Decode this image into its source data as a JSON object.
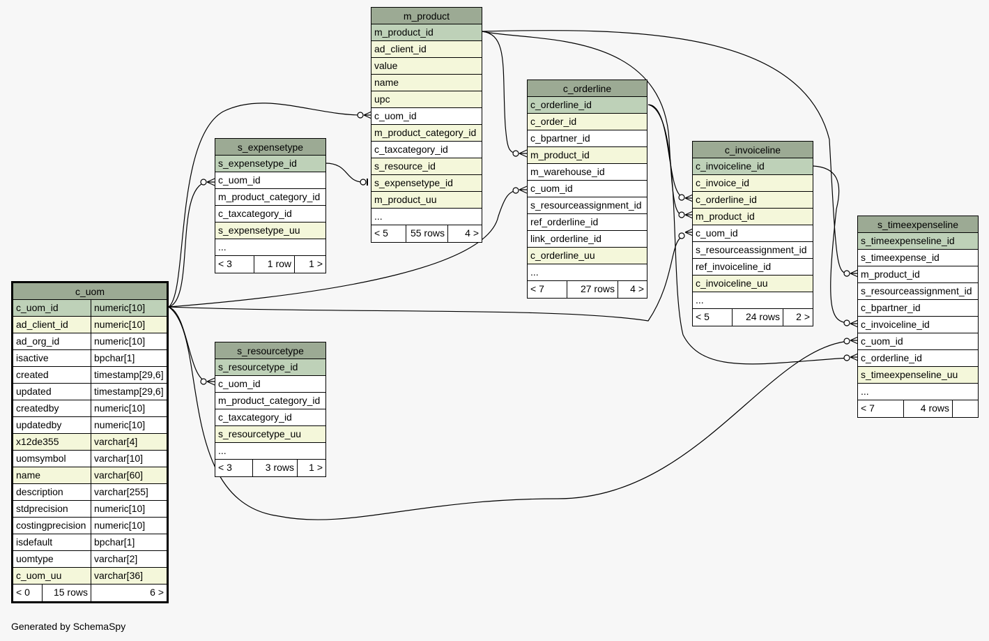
{
  "footer": "Generated by SchemaSpy",
  "tables": {
    "m_product": {
      "name": "m_product",
      "columns": [
        {
          "name": "m_product_id",
          "kind": "pk"
        },
        {
          "name": "ad_client_id",
          "kind": "idx"
        },
        {
          "name": "value",
          "kind": "idx"
        },
        {
          "name": "name",
          "kind": "idx"
        },
        {
          "name": "upc",
          "kind": "idx"
        },
        {
          "name": "c_uom_id",
          "kind": ""
        },
        {
          "name": "m_product_category_id",
          "kind": "idx"
        },
        {
          "name": "c_taxcategory_id",
          "kind": ""
        },
        {
          "name": "s_resource_id",
          "kind": "idx"
        },
        {
          "name": "s_expensetype_id",
          "kind": "idx"
        },
        {
          "name": "m_product_uu",
          "kind": "idx"
        },
        {
          "name": "...",
          "kind": ""
        }
      ],
      "footer": [
        "< 5",
        "55 rows",
        "4 >"
      ]
    },
    "c_orderline": {
      "name": "c_orderline",
      "columns": [
        {
          "name": "c_orderline_id",
          "kind": "pk"
        },
        {
          "name": "c_order_id",
          "kind": "idx"
        },
        {
          "name": "c_bpartner_id",
          "kind": ""
        },
        {
          "name": "m_product_id",
          "kind": "idx"
        },
        {
          "name": "m_warehouse_id",
          "kind": ""
        },
        {
          "name": "c_uom_id",
          "kind": ""
        },
        {
          "name": "s_resourceassignment_id",
          "kind": ""
        },
        {
          "name": "ref_orderline_id",
          "kind": ""
        },
        {
          "name": "link_orderline_id",
          "kind": ""
        },
        {
          "name": "c_orderline_uu",
          "kind": "idx"
        },
        {
          "name": "...",
          "kind": ""
        }
      ],
      "footer": [
        "< 7",
        "27 rows",
        "4 >"
      ]
    },
    "c_invoiceline": {
      "name": "c_invoiceline",
      "columns": [
        {
          "name": "c_invoiceline_id",
          "kind": "pk"
        },
        {
          "name": "c_invoice_id",
          "kind": "idx"
        },
        {
          "name": "c_orderline_id",
          "kind": "idx"
        },
        {
          "name": "m_product_id",
          "kind": "idx"
        },
        {
          "name": "c_uom_id",
          "kind": ""
        },
        {
          "name": "s_resourceassignment_id",
          "kind": ""
        },
        {
          "name": "ref_invoiceline_id",
          "kind": ""
        },
        {
          "name": "c_invoiceline_uu",
          "kind": "idx"
        },
        {
          "name": "...",
          "kind": ""
        }
      ],
      "footer": [
        "< 5",
        "24 rows",
        "2 >"
      ]
    },
    "s_expensetype": {
      "name": "s_expensetype",
      "columns": [
        {
          "name": "s_expensetype_id",
          "kind": "pk"
        },
        {
          "name": "c_uom_id",
          "kind": ""
        },
        {
          "name": "m_product_category_id",
          "kind": ""
        },
        {
          "name": "c_taxcategory_id",
          "kind": ""
        },
        {
          "name": "s_expensetype_uu",
          "kind": "idx"
        },
        {
          "name": "...",
          "kind": ""
        }
      ],
      "footer": [
        "< 3",
        "1 row",
        "1 >"
      ]
    },
    "s_resourcetype": {
      "name": "s_resourcetype",
      "columns": [
        {
          "name": "s_resourcetype_id",
          "kind": "pk"
        },
        {
          "name": "c_uom_id",
          "kind": ""
        },
        {
          "name": "m_product_category_id",
          "kind": ""
        },
        {
          "name": "c_taxcategory_id",
          "kind": ""
        },
        {
          "name": "s_resourcetype_uu",
          "kind": "idx"
        },
        {
          "name": "...",
          "kind": ""
        }
      ],
      "footer": [
        "< 3",
        "3 rows",
        "1 >"
      ]
    },
    "s_timeexpenseline": {
      "name": "s_timeexpenseline",
      "columns": [
        {
          "name": "s_timeexpenseline_id",
          "kind": "pk"
        },
        {
          "name": "s_timeexpense_id",
          "kind": ""
        },
        {
          "name": "m_product_id",
          "kind": ""
        },
        {
          "name": "s_resourceassignment_id",
          "kind": ""
        },
        {
          "name": "c_bpartner_id",
          "kind": ""
        },
        {
          "name": "c_invoiceline_id",
          "kind": ""
        },
        {
          "name": "c_uom_id",
          "kind": ""
        },
        {
          "name": "c_orderline_id",
          "kind": ""
        },
        {
          "name": "s_timeexpenseline_uu",
          "kind": "idx"
        },
        {
          "name": "...",
          "kind": ""
        }
      ],
      "footer": [
        "< 7",
        "4 rows",
        ""
      ]
    },
    "c_uom": {
      "name": "c_uom",
      "columns": [
        {
          "name": "c_uom_id",
          "type": "numeric[10]",
          "kind": "pk"
        },
        {
          "name": "ad_client_id",
          "type": "numeric[10]",
          "kind": "idx"
        },
        {
          "name": "ad_org_id",
          "type": "numeric[10]",
          "kind": ""
        },
        {
          "name": "isactive",
          "type": "bpchar[1]",
          "kind": ""
        },
        {
          "name": "created",
          "type": "timestamp[29,6]",
          "kind": ""
        },
        {
          "name": "updated",
          "type": "timestamp[29,6]",
          "kind": ""
        },
        {
          "name": "createdby",
          "type": "numeric[10]",
          "kind": ""
        },
        {
          "name": "updatedby",
          "type": "numeric[10]",
          "kind": ""
        },
        {
          "name": "x12de355",
          "type": "varchar[4]",
          "kind": "idx"
        },
        {
          "name": "uomsymbol",
          "type": "varchar[10]",
          "kind": ""
        },
        {
          "name": "name",
          "type": "varchar[60]",
          "kind": "idx"
        },
        {
          "name": "description",
          "type": "varchar[255]",
          "kind": ""
        },
        {
          "name": "stdprecision",
          "type": "numeric[10]",
          "kind": ""
        },
        {
          "name": "costingprecision",
          "type": "numeric[10]",
          "kind": ""
        },
        {
          "name": "isdefault",
          "type": "bpchar[1]",
          "kind": ""
        },
        {
          "name": "uomtype",
          "type": "varchar[2]",
          "kind": ""
        },
        {
          "name": "c_uom_uu",
          "type": "varchar[36]",
          "kind": "idx"
        }
      ],
      "footer": [
        "< 0",
        "15 rows",
        "6 >"
      ]
    }
  }
}
